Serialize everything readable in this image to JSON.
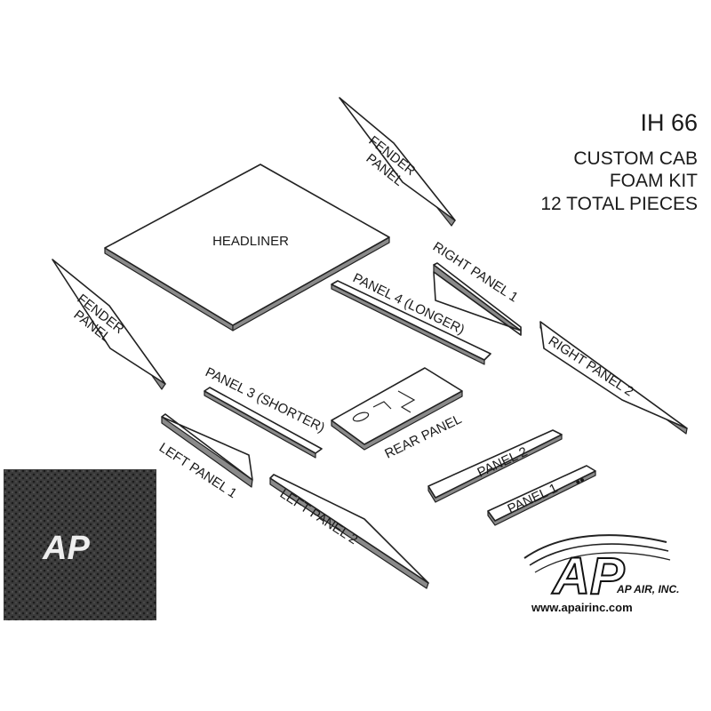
{
  "kit": {
    "model": "IH 66",
    "line1": "CUSTOM CAB",
    "line2": "FOAM KIT",
    "line3": "12 TOTAL PIECES"
  },
  "pieces": {
    "fender_top": [
      "FENDER",
      "PANEL"
    ],
    "fender_left": [
      "FENDER",
      "PANEL"
    ],
    "headliner": "HEADLINER",
    "right_panel_1": "RIGHT PANEL 1",
    "right_panel_2": "RIGHT PANEL 2",
    "panel_4": "PANEL 4 (LONGER)",
    "panel_3": "PANEL 3 (SHORTER)",
    "rear_panel": "REAR PANEL",
    "left_panel_1": "LEFT PANEL 1",
    "left_panel_2": "LEFT PANEL 2",
    "panel_2": "PANEL 2",
    "panel_1": "PANEL 1"
  },
  "brand": {
    "logo_text": "AP",
    "company": "AP AIR, INC.",
    "website": "www.apairinc.com"
  },
  "colors": {
    "swatch": "#3a3a3a",
    "outline": "#222222",
    "background": "#ffffff"
  }
}
